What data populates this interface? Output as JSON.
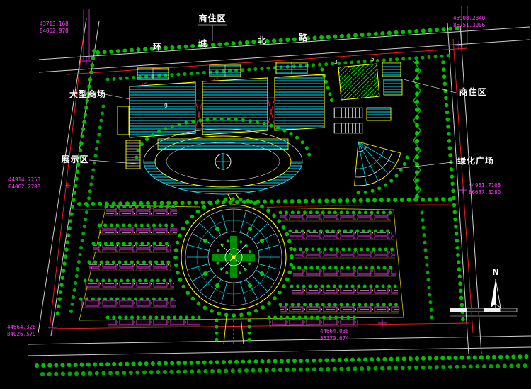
{
  "colors": {
    "background": "#000000",
    "tree_green": "#00c000",
    "building_cyan": "#00e5ff",
    "outline_yellow": "#ffff00",
    "boundary_red": "#ff2020",
    "dimension_magenta": "#ff3dff",
    "road_line": "#cfcfcf"
  },
  "labels": {
    "zone_top": "商住区",
    "zone_right": "商住区",
    "mall": "大型商场",
    "exhibition": "展示区",
    "green_plaza": "绿化广场",
    "road_name_chars": [
      "环",
      "城",
      "北",
      "路"
    ],
    "north_mark": "N"
  },
  "building_numbers": [
    "9",
    "3",
    "5"
  ],
  "survey_coordinates": {
    "top_left": [
      "43713.168",
      "84062.978"
    ],
    "top_right": [
      "45908.2840",
      "86751.3006"
    ],
    "mid_left": [
      "44914.7258",
      "84062.2708"
    ],
    "mid_right": [
      "44961.7108",
      "86637.8280"
    ],
    "bottom_left": [
      "44664.328",
      "84026.579"
    ],
    "bottom_right": [
      "44664.038",
      "86370.674"
    ]
  }
}
